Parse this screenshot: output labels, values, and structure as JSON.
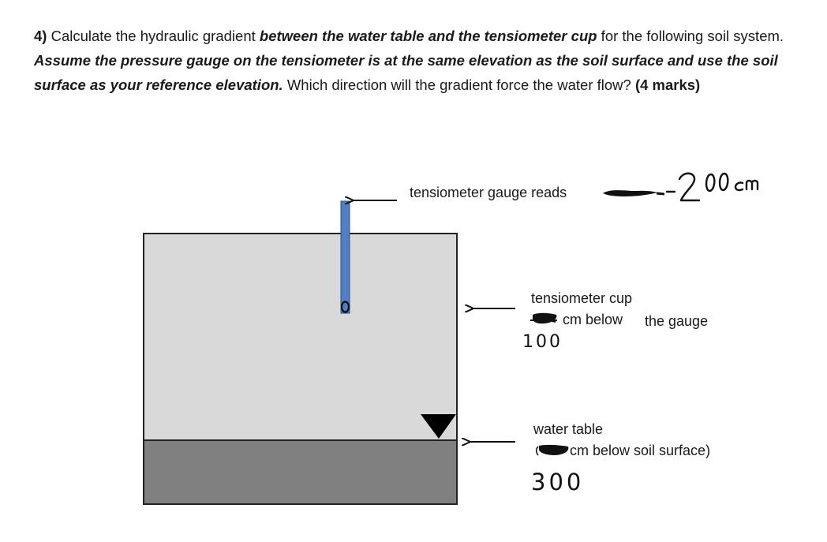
{
  "question": {
    "number": "4)",
    "part1": " Calculate the hydraulic gradient ",
    "part2": "between the water table and the tensiometer cup",
    "part3": " for the following soil system.  ",
    "part4": "Assume the pressure gauge on the tensiometer is at the same elevation as the soil surface and use the soil surface as your reference elevation.",
    "part5": "  Which direction will the gradient force the water flow? ",
    "marks": "(4 marks)"
  },
  "diagram": {
    "gauge_label": "tensiometer gauge reads",
    "gauge_handwritten": "-200 cm",
    "cup_label": "tensiometer cup",
    "cup_below": "cm below",
    "cup_gauge": "the gauge",
    "cup_handwritten": "100",
    "wt_label": "water table",
    "wt_below": "cm below soil surface)",
    "wt_handwritten": "300",
    "zero_mark": "0"
  },
  "colors": {
    "soil": "#d9d9d9",
    "saturated": "#808080",
    "tube": "#4f7fc4",
    "outline": "#222222"
  }
}
